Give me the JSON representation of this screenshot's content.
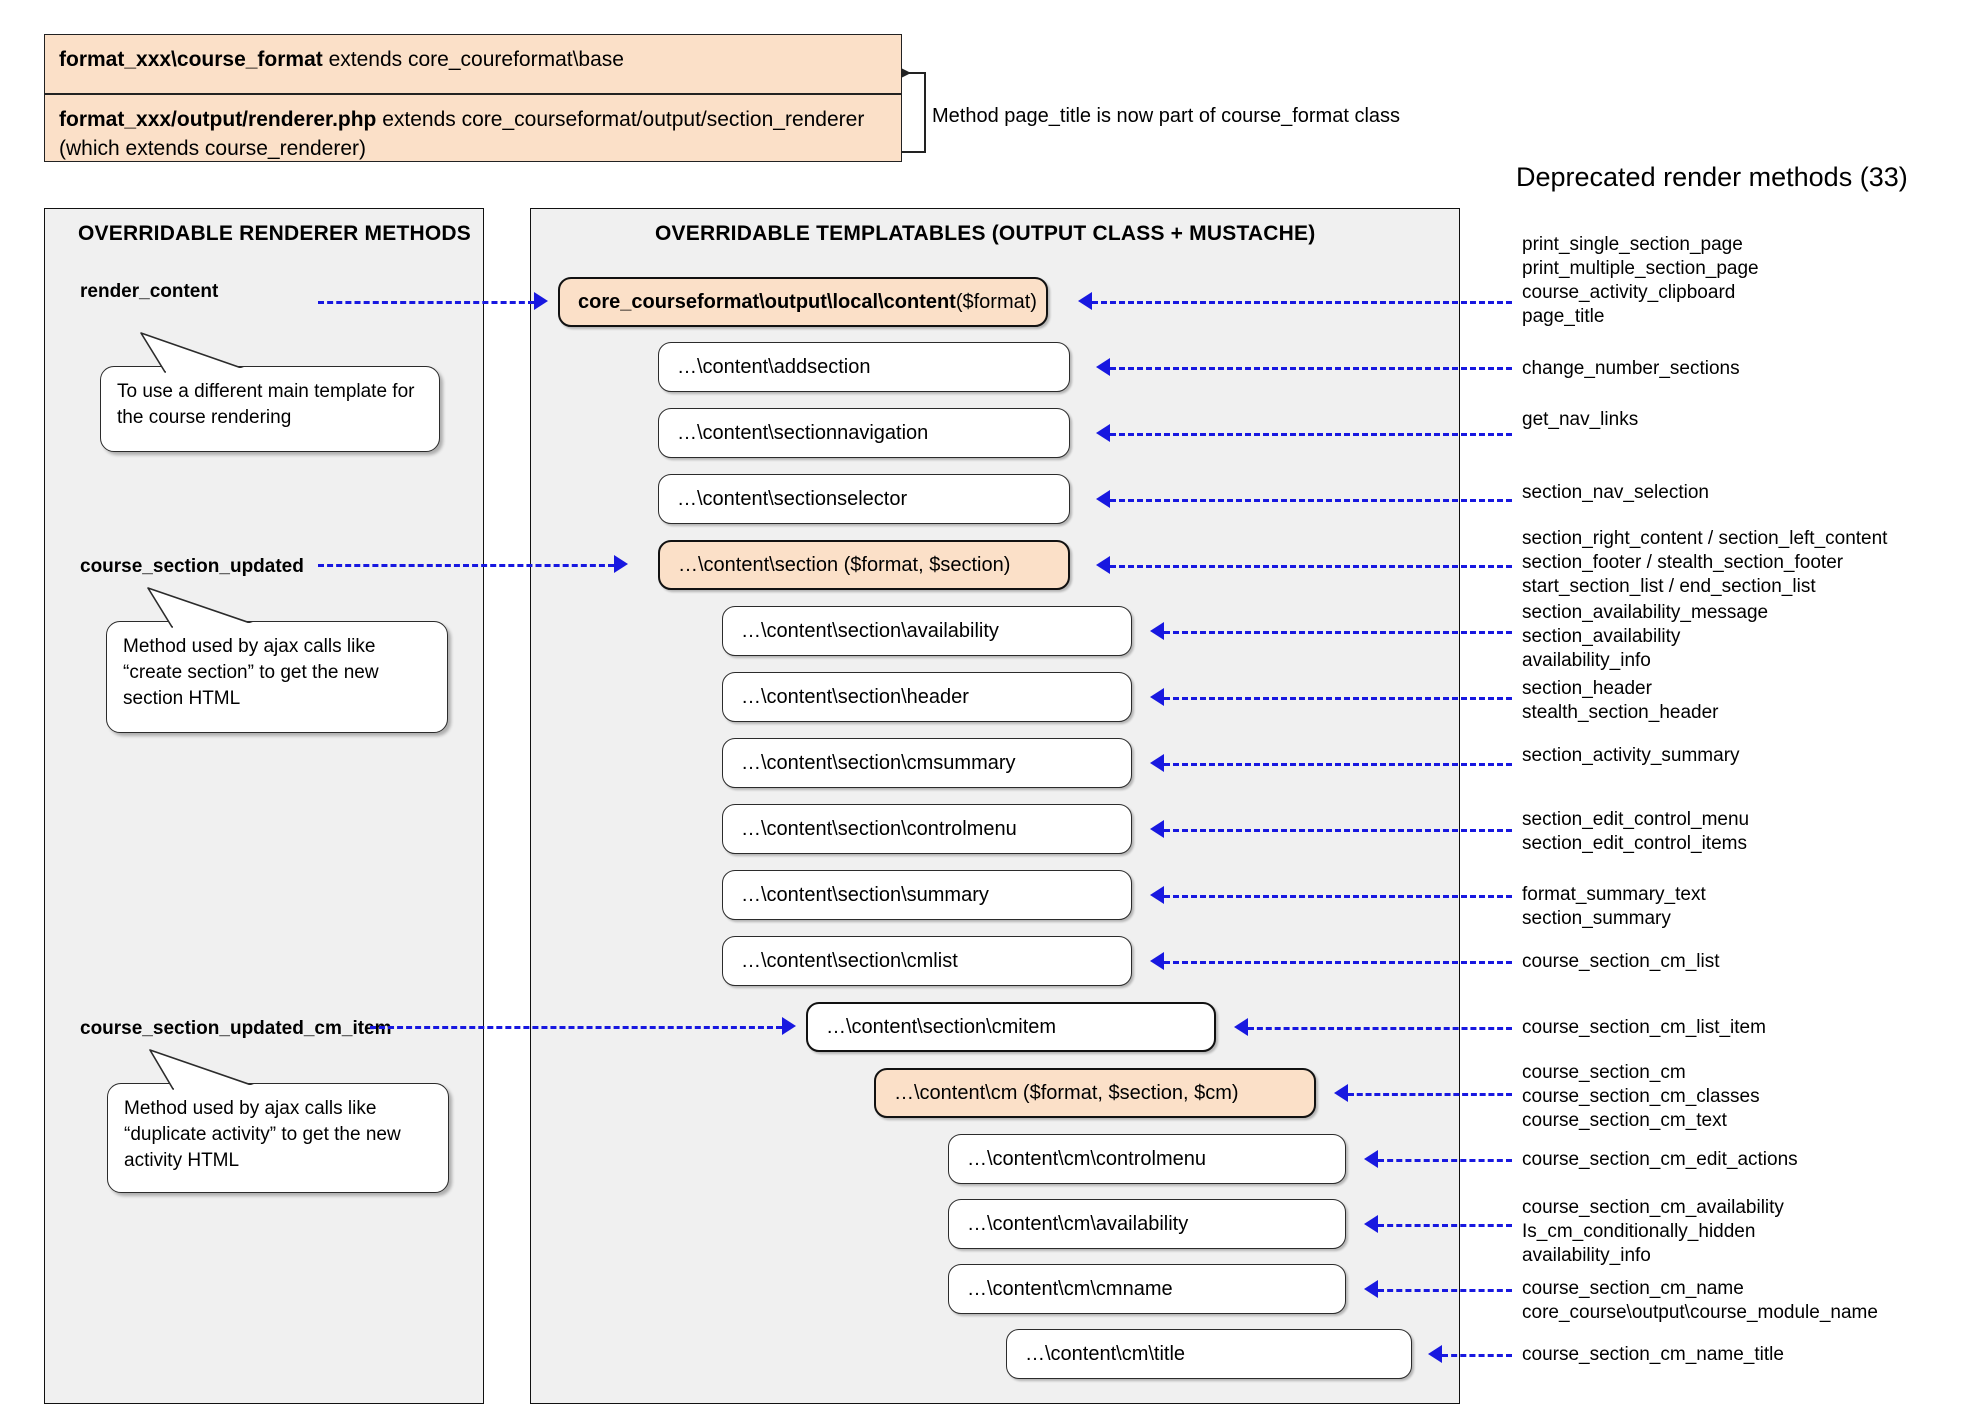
{
  "header": {
    "class_box": {
      "bold": "format_xxx\\course_format",
      "rest": " extends core_coureformat\\base"
    },
    "renderer_box": {
      "bold": "format_xxx/output/renderer.php",
      "rest": " extends core_courseformat/output/section_renderer (which extends course_renderer)"
    },
    "note": "Method page_title is now part of course_format class"
  },
  "panels": {
    "left_title": "OVERRIDABLE RENDERER METHODS",
    "right_title": "OVERRIDABLE TEMPLATABLES (OUTPUT CLASS + MUSTACHE)"
  },
  "renderer_methods": [
    {
      "label": "render_content"
    },
    {
      "label": "course_section_updated"
    },
    {
      "label": "course_section_updated_cm_item"
    }
  ],
  "callouts": [
    {
      "text": "To use a different main template for the course rendering"
    },
    {
      "text": "Method used by ajax calls like “create section” to get the new section HTML"
    },
    {
      "text": "Method used by ajax calls like “duplicate activity” to get the new activity HTML"
    }
  ],
  "templatables": [
    {
      "id": "content",
      "bold": "core_courseformat\\output\\local\\content",
      "rest": " ($format)",
      "accent": true
    },
    {
      "id": "addsection",
      "bold": "",
      "rest": "…\\content\\addsection",
      "accent": false
    },
    {
      "id": "sectionnavigation",
      "bold": "",
      "rest": "…\\content\\sectionnavigation",
      "accent": false
    },
    {
      "id": "sectionselector",
      "bold": "",
      "rest": "…\\content\\sectionselector",
      "accent": false
    },
    {
      "id": "section",
      "bold": "",
      "rest": "…\\content\\section ($format, $section)",
      "accent": true
    },
    {
      "id": "section_availability",
      "bold": "",
      "rest": "…\\content\\section\\availability",
      "accent": false
    },
    {
      "id": "section_header",
      "bold": "",
      "rest": "…\\content\\section\\header",
      "accent": false
    },
    {
      "id": "section_cmsummary",
      "bold": "",
      "rest": "…\\content\\section\\cmsummary",
      "accent": false
    },
    {
      "id": "section_controlmenu",
      "bold": "",
      "rest": "…\\content\\section\\controlmenu",
      "accent": false
    },
    {
      "id": "section_summary",
      "bold": "",
      "rest": "…\\content\\section\\summary",
      "accent": false
    },
    {
      "id": "section_cmlist",
      "bold": "",
      "rest": "…\\content\\section\\cmlist",
      "accent": false
    },
    {
      "id": "section_cmitem",
      "bold": "",
      "rest": "…\\content\\section\\cmitem",
      "accent": false
    },
    {
      "id": "cm",
      "bold": "",
      "rest": "…\\content\\cm ($format, $section, $cm)",
      "accent": true
    },
    {
      "id": "cm_controlmenu",
      "bold": "",
      "rest": "…\\content\\cm\\controlmenu",
      "accent": false
    },
    {
      "id": "cm_availability",
      "bold": "",
      "rest": "…\\content\\cm\\availability",
      "accent": false
    },
    {
      "id": "cm_cmname",
      "bold": "",
      "rest": "…\\content\\cm\\cmname",
      "accent": false
    },
    {
      "id": "cm_title",
      "bold": "",
      "rest": "…\\content\\cm\\title",
      "accent": false
    }
  ],
  "deprecated": {
    "title": "Deprecated render methods (33)",
    "groups": [
      {
        "id": "g1",
        "lines": [
          "print_single_section_page",
          "print_multiple_section_page",
          "course_activity_clipboard",
          "page_title"
        ]
      },
      {
        "id": "g2",
        "lines": [
          "change_number_sections"
        ]
      },
      {
        "id": "g3",
        "lines": [
          "get_nav_links"
        ]
      },
      {
        "id": "g4",
        "lines": [
          "section_nav_selection"
        ]
      },
      {
        "id": "g5",
        "lines": [
          "section_right_content / section_left_content",
          "section_footer / stealth_section_footer",
          "start_section_list / end_section_list"
        ]
      },
      {
        "id": "g6",
        "lines": [
          "section_availability_message",
          "section_availability",
          "availability_info"
        ]
      },
      {
        "id": "g7",
        "lines": [
          "section_header",
          "stealth_section_header"
        ]
      },
      {
        "id": "g8",
        "lines": [
          "section_activity_summary"
        ]
      },
      {
        "id": "g9",
        "lines": [
          "section_edit_control_menu",
          "section_edit_control_items"
        ]
      },
      {
        "id": "g10",
        "lines": [
          "format_summary_text",
          "section_summary"
        ]
      },
      {
        "id": "g11",
        "lines": [
          "course_section_cm_list"
        ]
      },
      {
        "id": "g12",
        "lines": [
          "course_section_cm_list_item"
        ]
      },
      {
        "id": "g13",
        "lines": [
          "course_section_cm",
          "course_section_cm_classes",
          "course_section_cm_text"
        ]
      },
      {
        "id": "g14",
        "lines": [
          "course_section_cm_edit_actions"
        ]
      },
      {
        "id": "g15",
        "lines": [
          "course_section_cm_availability",
          "Is_cm_conditionally_hidden",
          "availability_info"
        ]
      },
      {
        "id": "g16",
        "lines": [
          "course_section_cm_name",
          "core_course\\output\\course_module_name"
        ]
      },
      {
        "id": "g17",
        "lines": [
          "course_section_cm_name_title"
        ]
      }
    ]
  },
  "colors": {
    "accent_fill": "#fbe0c8",
    "panel_fill": "#f0f0f0",
    "connector": "#1818e0"
  }
}
